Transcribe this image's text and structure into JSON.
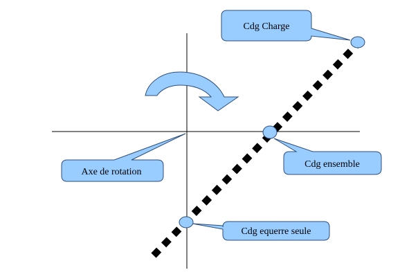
{
  "diagram": {
    "colors": {
      "background": "#ffffff",
      "axis": "#000000",
      "callout_fill": "#99ccff",
      "callout_stroke": "#2c4e7a",
      "dots": "#000000"
    },
    "labels": {
      "cdg_charge": "Cdg Charge",
      "axe_rotation": "Axe de rotation",
      "cdg_ensemble": "Cdg ensemble",
      "cdg_equerre": "Cdg equerre seule"
    },
    "icons": {
      "rotation": "curved-arrow-icon"
    }
  }
}
